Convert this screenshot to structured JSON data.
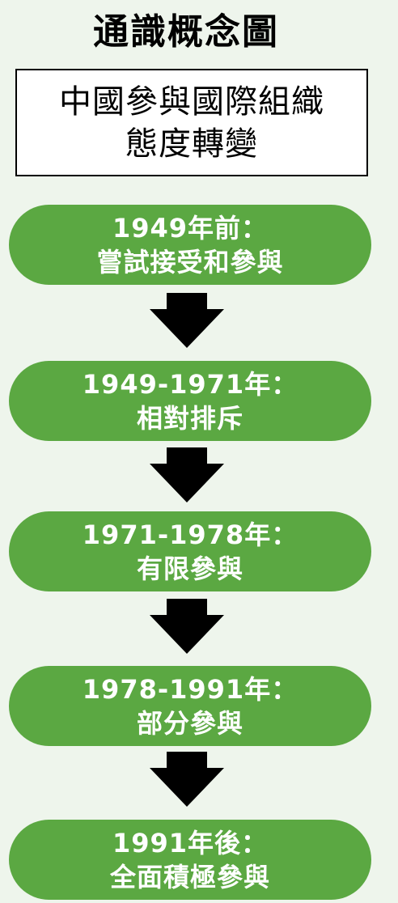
{
  "title": "通識概念圖",
  "topic": {
    "line1": "中國參與國際組織",
    "line2": "態度轉變"
  },
  "stages": [
    {
      "period": "1949年前：",
      "description": "嘗試接受和參與"
    },
    {
      "period": "1949-1971年：",
      "description": "相對排斥"
    },
    {
      "period": "1971-1978年：",
      "description": "有限參與"
    },
    {
      "period": "1978-1991年：",
      "description": "部分參與"
    },
    {
      "period": "1991年後：",
      "description": "全面積極參與"
    }
  ],
  "colors": {
    "background": "#eef5ec",
    "stage_fill": "#5ba842",
    "stage_text": "#ffffff",
    "arrow": "#000000"
  },
  "icons": [
    "down-arrow-icon"
  ]
}
